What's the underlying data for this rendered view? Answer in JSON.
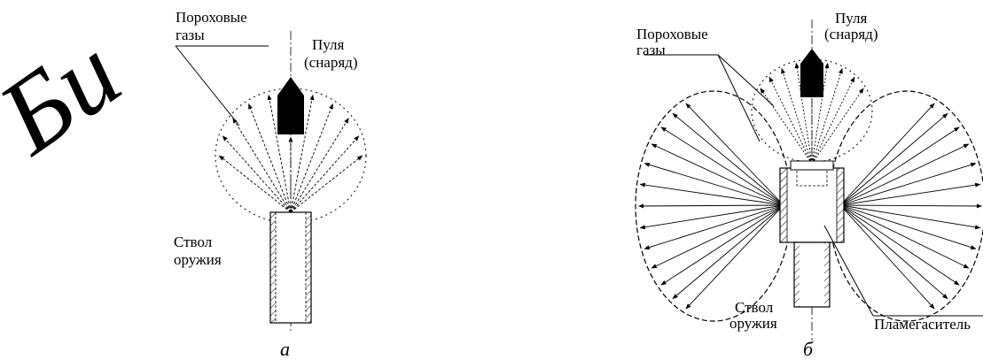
{
  "figure_a": {
    "label_gases_line1": "Пороховые",
    "label_gases_line2": "газы",
    "label_bullet_line1": "Пуля",
    "label_bullet_line2": "(снаряд)",
    "label_barrel_line1": "Ствол",
    "label_barrel_line2": "оружия",
    "caption": "а"
  },
  "figure_b": {
    "label_gases_line1": "Пороховые",
    "label_gases_line2": "газы",
    "label_bullet_line1": "Пуля",
    "label_bullet_line2": "(снаряд)",
    "label_barrel_line1": "Ствол",
    "label_barrel_line2": "оружия",
    "label_suppressor": "Пламегаситель",
    "caption": "б"
  },
  "colors": {
    "ink": "#000000",
    "watermark": "#d9d9d9"
  }
}
